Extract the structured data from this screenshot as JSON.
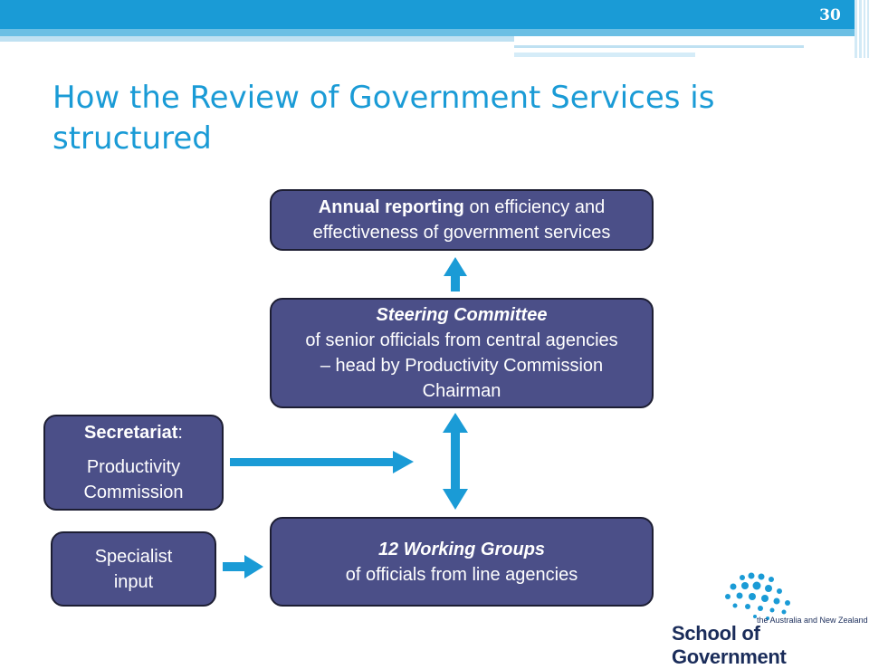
{
  "slide": {
    "page_number": "30",
    "title": "How the Review of Government Services is structured"
  },
  "boxes": {
    "annual": {
      "bold": "Annual reporting",
      "rest": " on efficiency and effectiveness of government services"
    },
    "steering": {
      "heading": "Steering Committee",
      "body": "of senior officials from central agencies – head by Productivity Commission Chairman"
    },
    "secretariat": {
      "heading": "Secretariat",
      "colon": ":",
      "body": "Productivity Commission"
    },
    "working": {
      "heading": "12 Working Groups",
      "body": "of officials from line agencies"
    },
    "specialist": {
      "body": "Specialist input"
    }
  },
  "logo": {
    "tagline": "the Australia and New Zealand",
    "name": "School of Government"
  },
  "colors": {
    "accent": "#1a9bd6",
    "box_fill": "#4b4f88",
    "arrow": "#1a9bd6",
    "logo_dots": "#1a9bd6",
    "logo_text": "#1a2c5a"
  }
}
